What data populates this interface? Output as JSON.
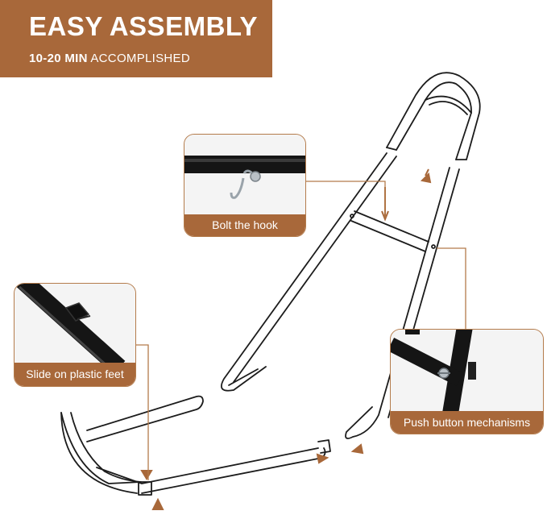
{
  "banner": {
    "title": "EASY ASSEMBLY",
    "time": "10-20 MIN",
    "subtitle_rest": "ACCOMPLISHED"
  },
  "callouts": [
    {
      "label": "Bolt the hook"
    },
    {
      "label": "Slide on plastic feet"
    },
    {
      "label": "Push button mechanisms"
    }
  ],
  "colors": {
    "brand": "#a8683a",
    "frame": "#1b1b1b",
    "arrow": "#a8683a"
  }
}
